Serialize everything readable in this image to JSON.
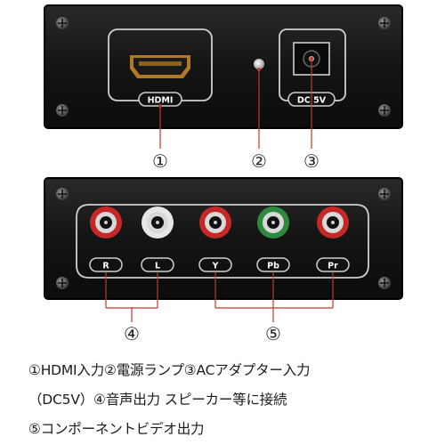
{
  "top_panel": {
    "hdmi_label": "HDMI",
    "dc_label": "DC 5V"
  },
  "bottom_panel": {
    "ports": [
      {
        "label": "R",
        "color": "#c62828"
      },
      {
        "label": "L",
        "color": "#e6e6e6"
      },
      {
        "label": "Y",
        "color": "#c62828"
      },
      {
        "label": "Pb",
        "color": "#2e8b3e"
      },
      {
        "label": "Pr",
        "color": "#c62828"
      }
    ]
  },
  "callouts": [
    "①",
    "②",
    "③",
    "④",
    "⑤"
  ],
  "caption": {
    "line1": "①HDMI入力②電源ランプ③ACアダプター入力",
    "line2": "（DC5V）④音声出力 スピーカー等に接続",
    "line3": "⑤コンポーネントビデオ出力"
  },
  "colors": {
    "panel": "#141414",
    "line": "#c0392b"
  }
}
